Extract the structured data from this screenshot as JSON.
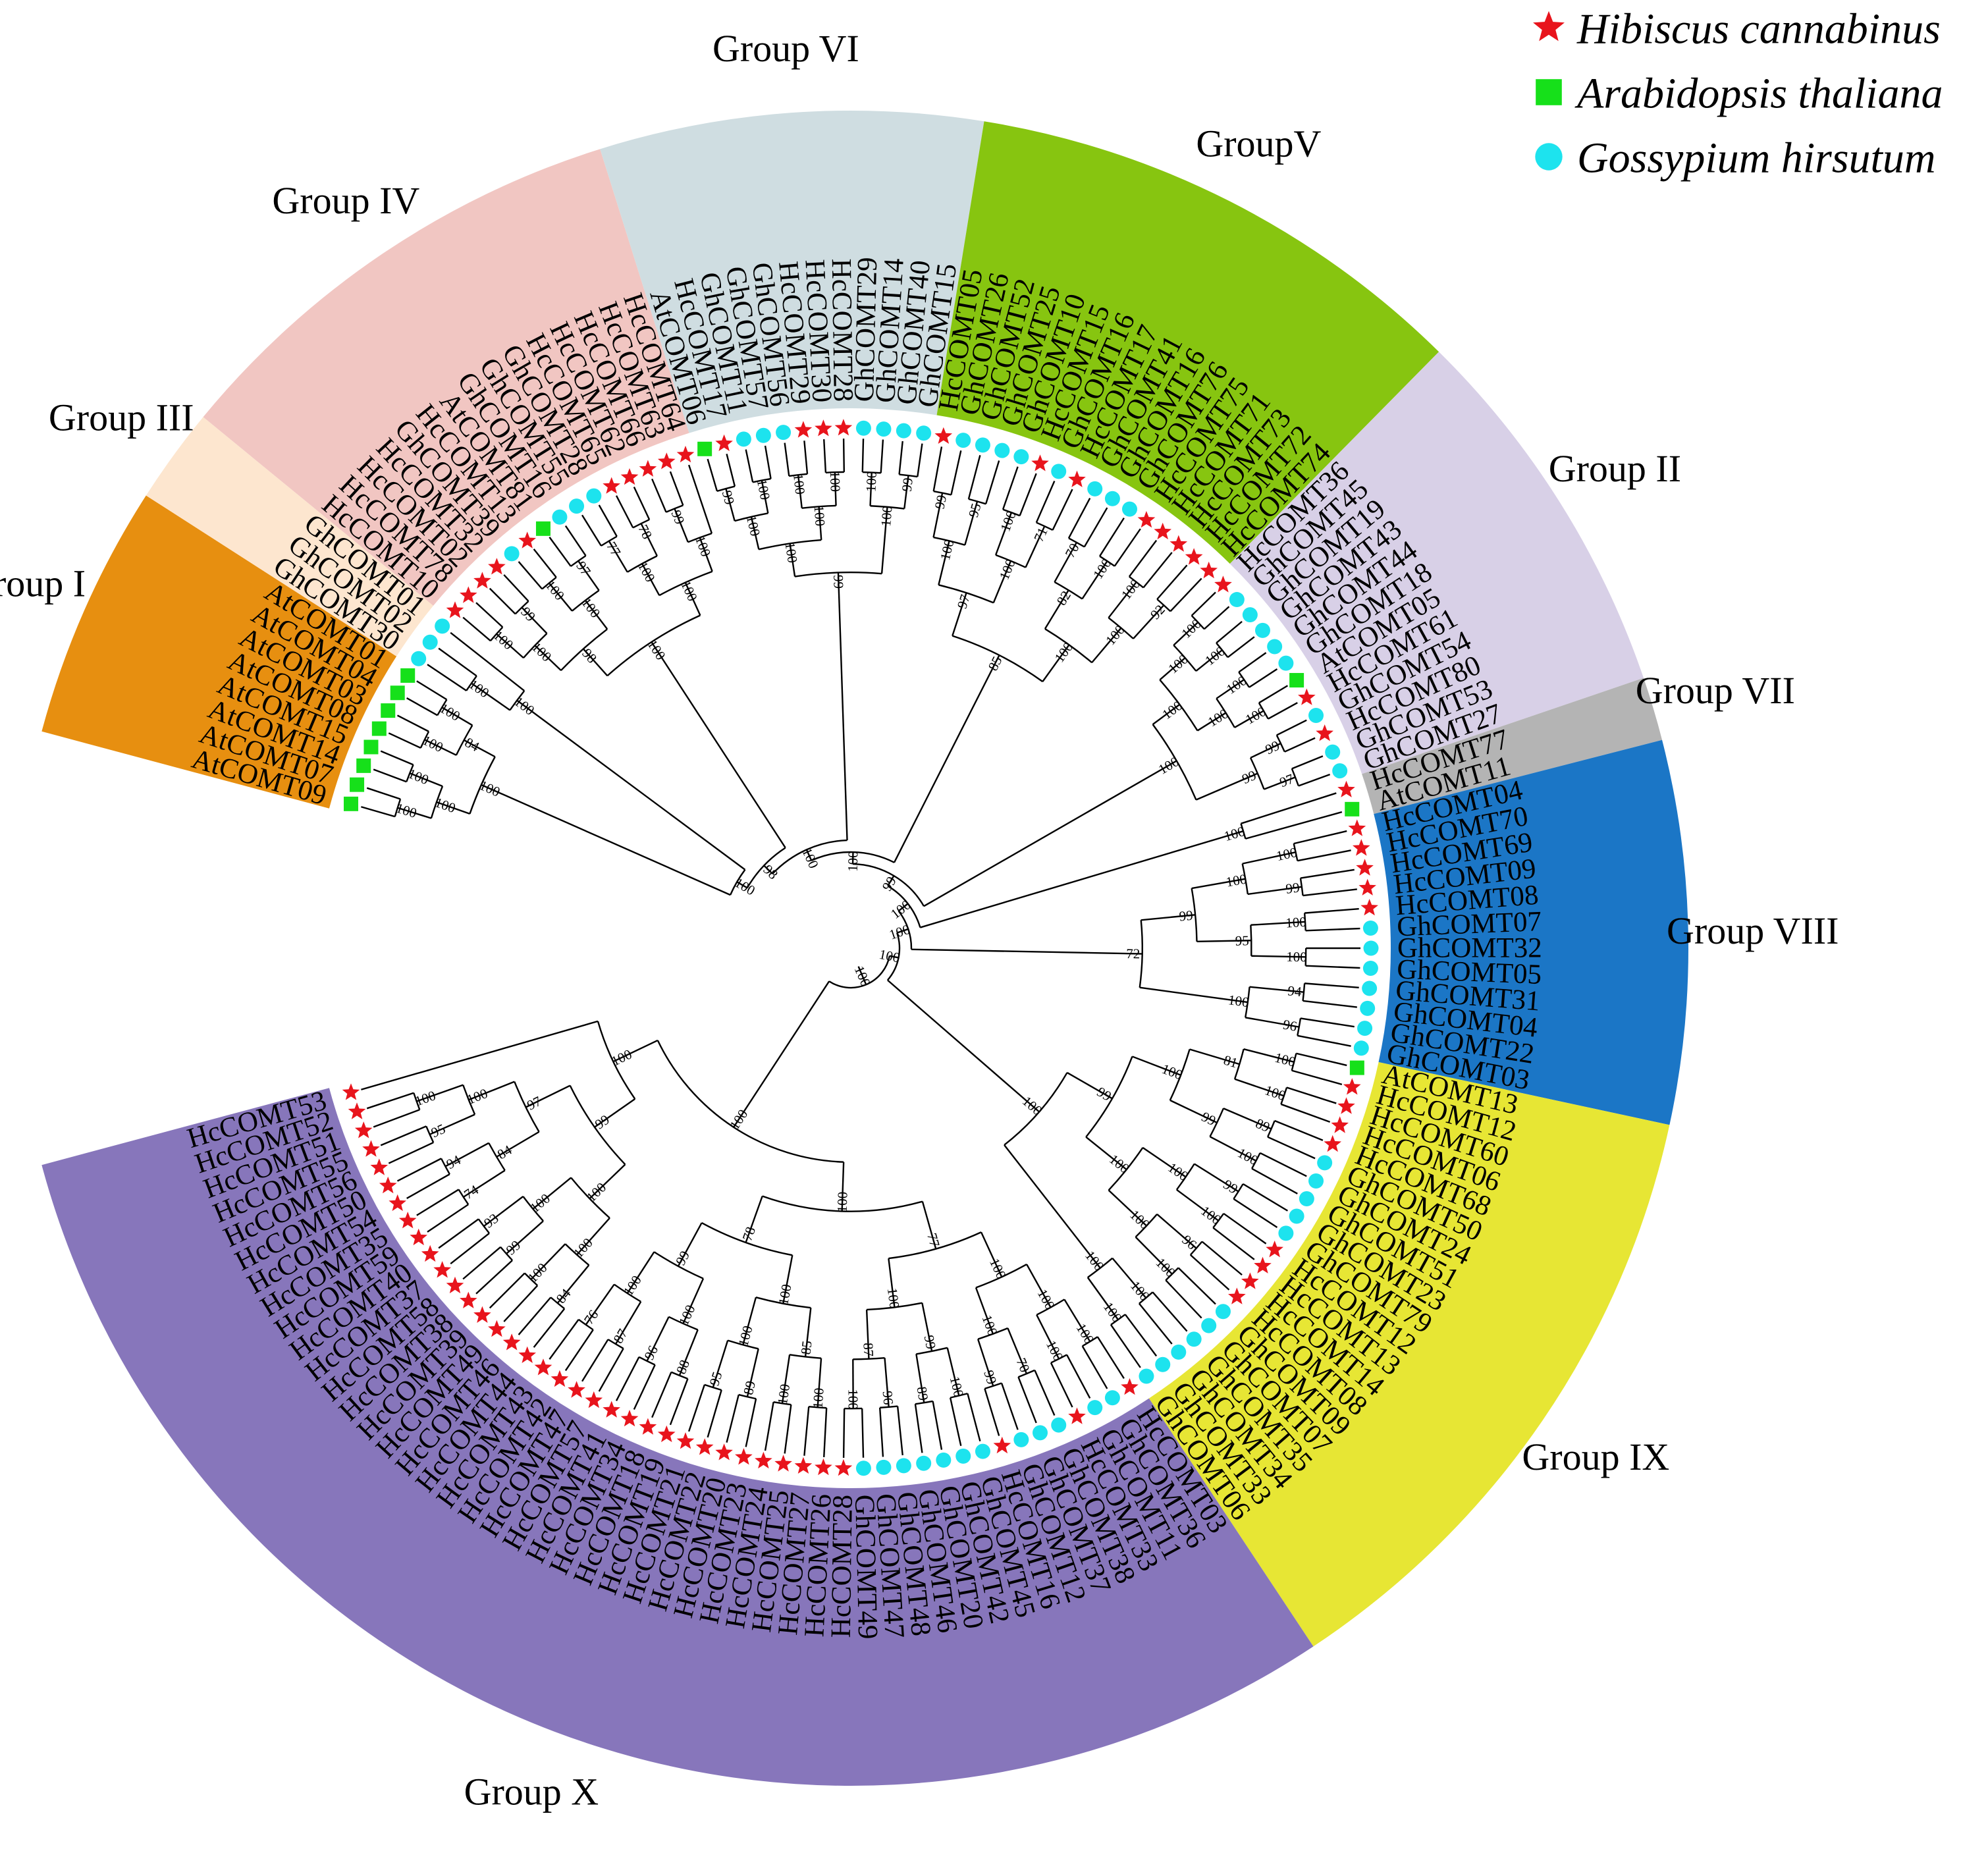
{
  "colors": {
    "star": "#e8141c",
    "square": "#16e01a",
    "circle": "#1de3ee"
  },
  "legend": [
    {
      "name": "hibiscus",
      "label": "Hibiscus cannabinus",
      "marker": "star"
    },
    {
      "name": "arabidopsis",
      "label": "Arabidopsis thaliana",
      "marker": "square"
    },
    {
      "name": "gossypium",
      "label": "Gossypium hirsutum",
      "marker": "circle"
    }
  ],
  "groups": [
    {
      "name": "Group I",
      "color": "#e78f10",
      "leaves": [
        "AtCOMT09",
        "AtCOMT07",
        "AtCOMT14",
        "AtCOMT15",
        "AtCOMT08",
        "AtCOMT03",
        "AtCOMT04",
        "AtCOMT01"
      ]
    },
    {
      "name": "Group III",
      "color": "#fde6cf",
      "leaves": [
        "GhCOMT30",
        "GhCOMT02",
        "GhCOMT01"
      ]
    },
    {
      "name": "Group IV",
      "color": "#f1c6c2",
      "leaves": [
        "HcCOMT10",
        "HcCOMT78",
        "HcCOMT02",
        "HcCOMT32",
        "GhCOMT39",
        "HcCOMT13",
        "AtCOMT81",
        "GhCOMT16",
        "GhCOMT55",
        "GhCOMT28",
        "HcCOMT65",
        "HcCOMT62",
        "HcCOMT66",
        "HcCOMT63",
        "HcCOMT64"
      ]
    },
    {
      "name": "Group VI",
      "color": "#cfdde1",
      "leaves": [
        "AtCOMT06",
        "HcCOMT17",
        "GhCOMT11",
        "GhCOMT57",
        "GhCOMT56",
        "HcCOMT29",
        "HcCOMT30",
        "HcCOMT28",
        "GhCOMT29",
        "GhCOMT14",
        "GhCOMT40",
        "GhCOMT15"
      ]
    },
    {
      "name": "GroupV",
      "color": "#87c510",
      "leaves": [
        "HcCOMT05",
        "GhCOMT26",
        "GhCOMT52",
        "GhCOMT25",
        "GhCOMT10",
        "HcCOMT15",
        "GhCOMT16",
        "HcCOMT17",
        "GhCOMT41",
        "GhCOMT16",
        "GhCOMT76",
        "HcCOMT75",
        "HcCOMT71",
        "HcCOMT73",
        "HcCOMT72",
        "HcCOMT74"
      ]
    },
    {
      "name": "Group II",
      "color": "#d8d0e7",
      "leaves": [
        "HcCOMT36",
        "GhCOMT45",
        "GhCOMT19",
        "GhCOMT43",
        "GhCOMT44",
        "GhCOMT18",
        "AtCOMT05",
        "HcCOMT61",
        "GhCOMT54",
        "HcCOMT80",
        "GhCOMT53",
        "GhCOMT27"
      ]
    },
    {
      "name": "Group VII",
      "color": "#b4b4b4",
      "leaves": [
        "HcCOMT77",
        "AtCOMT11"
      ]
    },
    {
      "name": "Group VIII",
      "color": "#1b76c6",
      "leaves": [
        "HcCOMT04",
        "HcCOMT70",
        "HcCOMT69",
        "HcCOMT09",
        "HcCOMT08",
        "GhCOMT07",
        "GhCOMT32",
        "GhCOMT05",
        "GhCOMT31",
        "GhCOMT04",
        "GhCOMT22",
        "GhCOMT03"
      ]
    },
    {
      "name": "Group IX",
      "color": "#e7e634",
      "leaves": [
        "AtCOMT13",
        "HcCOMT12",
        "HcCOMT60",
        "HcCOMT06",
        "HcCOMT68",
        "GhCOMT50",
        "GhCOMT24",
        "GhCOMT51",
        "GhCOMT23",
        "GhCOMT79",
        "HcCOMT12",
        "HcCOMT13",
        "HcCOMT14",
        "HcCOMT08",
        "GhCOMT09",
        "GhCOMT07",
        "GhCOMT35",
        "GhCOMT34",
        "GhCOMT33",
        "GhCOMT06"
      ]
    },
    {
      "name": "Group X",
      "color": "#8776bb",
      "leaves": [
        "HcCOMT03",
        "GhCOMT36",
        "GhCOMT11",
        "HcCOMT33",
        "GhCOMT38",
        "GhCOMT37",
        "GhCOMT12",
        "HcCOMT16",
        "GhCOMT45",
        "GhCOMT42",
        "GhCOMT20",
        "GhCOMT46",
        "GhCOMT48",
        "GhCOMT47",
        "GhCOMT49",
        "HcCOMT28",
        "HcCOMT26",
        "HcCOMT27",
        "HcCOMT25",
        "HcCOMT24",
        "HcCOMT23",
        "HcCOMT20",
        "HcCOMT22",
        "HcCOMT21",
        "HcCOMT19",
        "HcCOMT18",
        "HcCOMT34",
        "HcCOMT41",
        "HcCOMT57",
        "HcCOMT47",
        "HcCOMT42",
        "HcCOMT43",
        "HcCOMT44",
        "HcCOMT46",
        "HcCOMT49",
        "HcCOMT39",
        "HcCOMT38",
        "HcCOMT58",
        "HcCOMT37",
        "HcCOMT40",
        "HcCOMT59",
        "HcCOMT35",
        "HcCOMT54",
        "HcCOMT50",
        "HcCOMT56",
        "HcCOMT55",
        "HcCOMT51",
        "HcCOMT52",
        "HcCOMT53"
      ]
    }
  ],
  "support_values": [
    "100",
    "100",
    "100",
    "100",
    "100",
    "84",
    "100",
    "100",
    "100",
    "100",
    "99",
    "100",
    "97",
    "77",
    "78",
    "99",
    "100",
    "100",
    "100",
    "100",
    "98",
    "100",
    "100",
    "99",
    "100",
    "100",
    "100",
    "100",
    "99",
    "100",
    "100",
    "100",
    "100",
    "99",
    "99",
    "95",
    "100",
    "71",
    "70",
    "100",
    "100",
    "92",
    "100",
    "100",
    "82",
    "100",
    "97",
    "100",
    "85",
    "100",
    "100",
    "100",
    "100",
    "99",
    "97",
    "100",
    "100",
    "99",
    "100",
    "100",
    "100",
    "100",
    "99",
    "100",
    "100",
    "94",
    "96",
    "100",
    "95",
    "100",
    "99",
    "72",
    "100",
    "100",
    "89",
    "100",
    "99",
    "100",
    "96",
    "100",
    "100",
    "100",
    "81",
    "99",
    "100",
    "100",
    "100",
    "100",
    "100",
    "99",
    "100",
    "100",
    "100",
    "70",
    "99",
    "100",
    "89",
    "96",
    "100",
    "100",
    "100",
    "89",
    "95",
    "88",
    "96",
    "87",
    "76",
    "84",
    "100",
    "99",
    "93",
    "74",
    "94",
    "95",
    "100",
    "100",
    "100",
    "99",
    "87",
    "85"
  ]
}
